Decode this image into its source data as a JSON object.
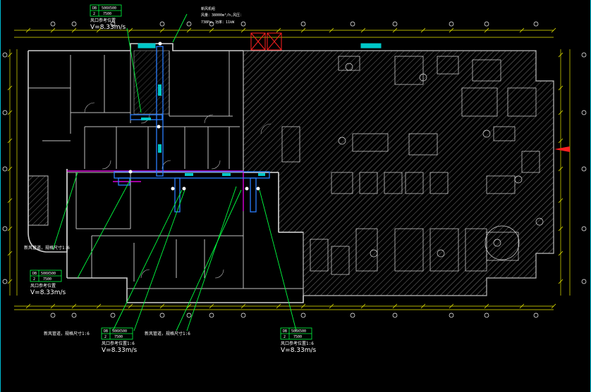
{
  "colors": {
    "background": "#000000",
    "wall": "#c8c8c8",
    "hatch": "#8a8a8a",
    "dimension": "#e8e800",
    "duct": "#2a7fff",
    "duct_fill": "#00c8c8",
    "leader": "#00ff40",
    "magenta": "#ff00ff",
    "elevator": "#ff2020",
    "table_border": "#00ff40"
  },
  "fan_note": {
    "line1": "新风机组",
    "line2": "风量：38000m³/h,风压：",
    "line3": "738Pa，功率：11kW"
  },
  "tables": {
    "top_left": {
      "row1": [
        "DB",
        "500X500"
      ],
      "row2": [
        "2",
        "7500"
      ],
      "caption": "风口参考位置",
      "velocity": "V=8.33m/s"
    },
    "left": {
      "row1": [
        "DB",
        "500X500"
      ],
      "row2": [
        "2",
        "7500"
      ],
      "caption": "风口参考位置",
      "velocity": "V=8.33m/s"
    },
    "bottom_mid": {
      "row1": [
        "DB",
        "500X500"
      ],
      "row2": [
        "2",
        "7500"
      ],
      "caption": "风口参考位置1:6",
      "velocity": "V=8.33m/s"
    },
    "bottom_right": {
      "row1": [
        "DB",
        "500X500"
      ],
      "row2": [
        "2",
        "7500"
      ],
      "caption": "风口参考位置1:6",
      "velocity": "V=8.33m/s"
    }
  },
  "notes": {
    "left_stair": "新风管道，规格尺寸1:6",
    "bottom_left": "新风管道，规格尺寸1:6",
    "bottom_center": "新风管道，规格尺寸1:6"
  }
}
